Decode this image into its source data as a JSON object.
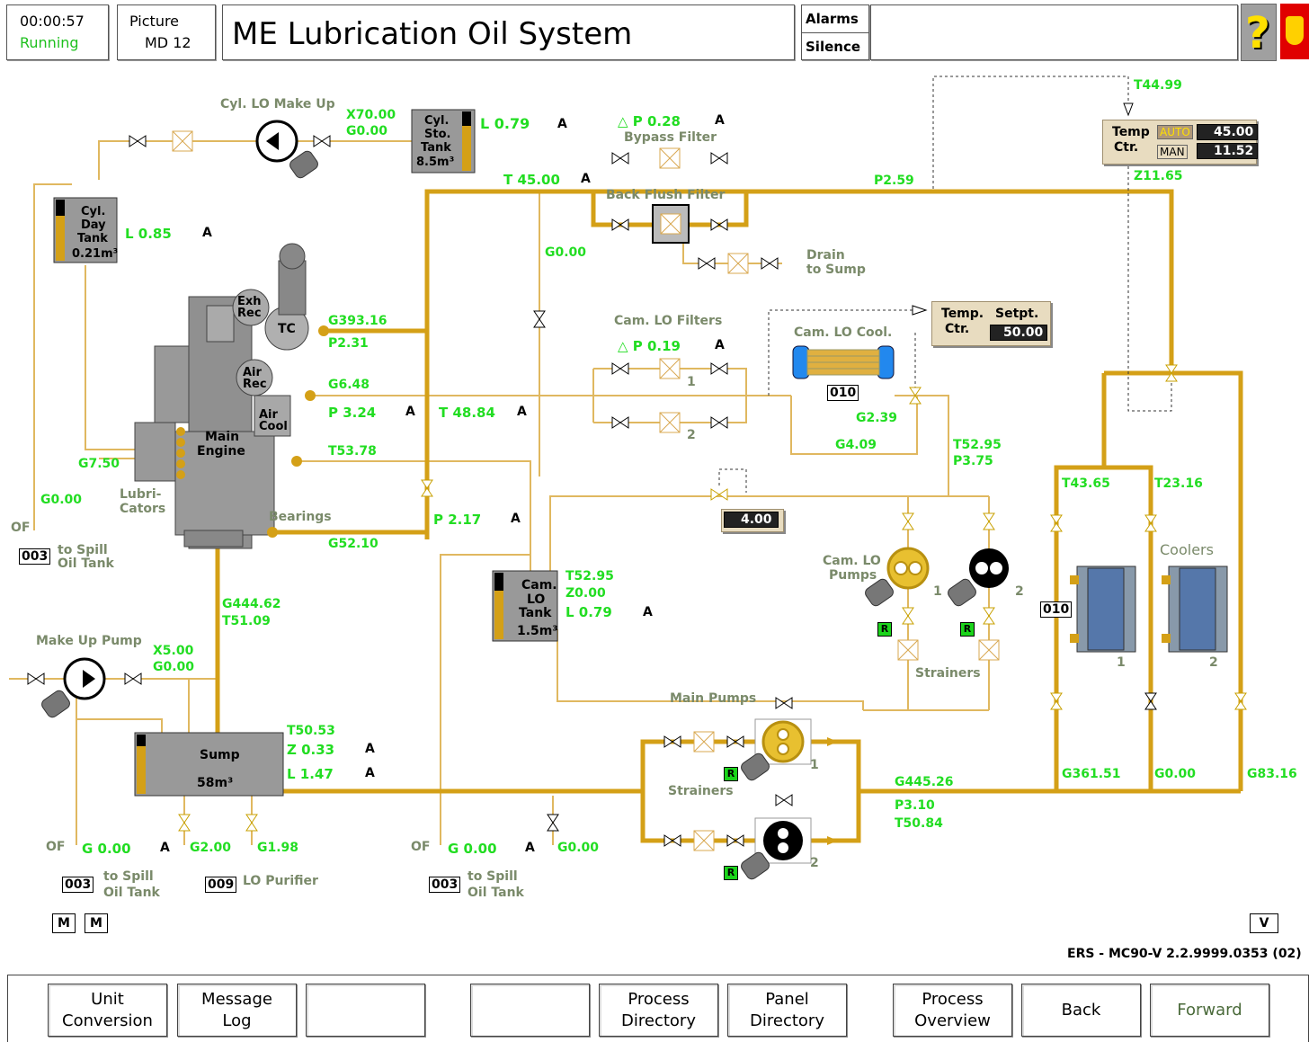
{
  "header": {
    "time": "00:00:57",
    "state": "Running",
    "picture_label": "Picture",
    "picture_id": "MD 12",
    "title": "ME Lubrication Oil System",
    "alarms_label": "Alarms",
    "silence_label": "Silence",
    "help_icon": "question-mark-icon",
    "logo_icon": "crest-icon"
  },
  "labels": {
    "cyl_lo_makeup": "Cyl. LO Make Up",
    "bypass_filter": "Bypass Filter",
    "back_flush_filter": "Back Flush Filter",
    "drain": "Drain",
    "to_sump": "to Sump",
    "cam_lo_filters": "Cam. LO Filters",
    "cam_lo_cool": "Cam. LO Cool.",
    "cam_lo_pumps_1": "Cam. LO",
    "cam_lo_pumps_2": "Pumps",
    "strainers_upper": "Strainers",
    "strainers_lower": "Strainers",
    "coolers": "Coolers",
    "main_pumps": "Main Pumps",
    "make_up_pump": "Make Up Pump",
    "bearings": "Bearings",
    "lubricators_1": "Lubri-",
    "lubricators_2": "Cators",
    "to_spill_1": "to Spill",
    "oil_tank_1": "Oil Tank",
    "to_spill_2": "to Spill",
    "oil_tank_2": "Oil Tank",
    "to_spill_3": "to Spill",
    "oil_tank_3": "Oil Tank",
    "lo_purifier": "LO Purifier",
    "of_1": "OF",
    "of_2": "OF",
    "of_3": "OF",
    "version": "ERS - MC90-V 2.2.9999.0353 (02)"
  },
  "tanks": {
    "cyl_sto": {
      "l1": "Cyl.",
      "l2": "Sto.",
      "l3": "Tank",
      "vol": "8.5m³"
    },
    "cyl_day": {
      "l1": "Cyl.",
      "l2": "Day",
      "l3": "Tank",
      "vol": "0.21m³"
    },
    "cam_lo": {
      "l1": "Cam.",
      "l2": "LO",
      "l3": "Tank",
      "vol": "1.5m³"
    },
    "sump": {
      "l1": "Sump",
      "vol": "58m³"
    }
  },
  "engine": {
    "exh_rec": "Exh Rec",
    "tc": "TC",
    "air_rec": "Air Rec",
    "air_cool": "Air Cool",
    "main_engine_1": "Main",
    "main_engine_2": "Engine"
  },
  "values": {
    "x70": "X70.00",
    "g0_a": "G0.00",
    "l079_top": "L 0.79",
    "a1": "A",
    "dp028": "△ P 0.28",
    "a2": "A",
    "t45": "T 45.00",
    "a3": "A",
    "p259": "P2.59",
    "t4499": "T44.99",
    "z1165": "Z11.65",
    "l085": "L 0.85",
    "a4": "A",
    "g0_mid": "G0.00",
    "g39316": "G393.16",
    "p231": "P2.31",
    "dp019": "△ P 0.19",
    "a5": "A",
    "g648": "G6.48",
    "p324": "P 3.24",
    "a6": "A",
    "t4884": "T 48.84",
    "a7": "A",
    "g239": "G2.39",
    "g409": "G4.09",
    "t5295_r": "T52.95",
    "p375": "P3.75",
    "t5378": "T53.78",
    "g750": "G7.50",
    "g0_left": "G0.00",
    "p217": "P 2.17",
    "a8": "A",
    "g5210": "G52.10",
    "t4365": "T43.65",
    "t2316": "T23.16",
    "sp_400": "4.00",
    "t5295_c": "T52.95",
    "z0": "Z0.00",
    "l079_c": "L 0.79",
    "a9": "A",
    "g44462": "G444.62",
    "t5109": "T51.09",
    "x500": "X5.00",
    "g0_mu": "G0.00",
    "t5053": "T50.53",
    "z033": "Z 0.33",
    "a10": "A",
    "l147": "L 1.47",
    "a11": "A",
    "g44526": "G445.26",
    "p310": "P3.10",
    "t5084": "T50.84",
    "g36151": "G361.51",
    "g0_c2": "G0.00",
    "g8316": "G83.16",
    "g0_of1": "G 0.00",
    "a12": "A",
    "g200": "G2.00",
    "g198": "G1.98",
    "g0_of3": "G 0.00",
    "a13": "A",
    "g0_bot": "G0.00"
  },
  "temp_ctr_top": {
    "l1": "Temp",
    "l2": "Ctr.",
    "auto": "AUTO",
    "man": "MAN",
    "v1": "45.00",
    "v2": "11.52"
  },
  "temp_ctr_cam": {
    "l1": "Temp.",
    "l2": "Ctr.",
    "setpt": "Setpt.",
    "v": "50.00"
  },
  "codes": {
    "c003a": "003",
    "c010a": "010",
    "c010b": "010",
    "c003b": "003",
    "c009": "009",
    "c003c": "003"
  },
  "nums": {
    "f1": "1",
    "f2": "2",
    "p1": "1",
    "p2": "2",
    "c1": "1",
    "c2": "2",
    "m1": "1",
    "m2": "2"
  },
  "small_buttons": {
    "m1": "M",
    "m2": "M",
    "v": "V"
  },
  "r_badge": "R",
  "footer": {
    "b1a": "Unit",
    "b1b": "Conversion",
    "b2a": "Message",
    "b2b": "Log",
    "b5a": "Process",
    "b5b": "Directory",
    "b6a": "Panel",
    "b6b": "Directory",
    "b7a": "Process",
    "b7b": "Overview",
    "b8": "Back",
    "b9": "Forward"
  },
  "colors": {
    "pipe": "#d4a017",
    "thin": "#e0b860",
    "value": "#22dd22",
    "panel": "#e8dcc0"
  }
}
